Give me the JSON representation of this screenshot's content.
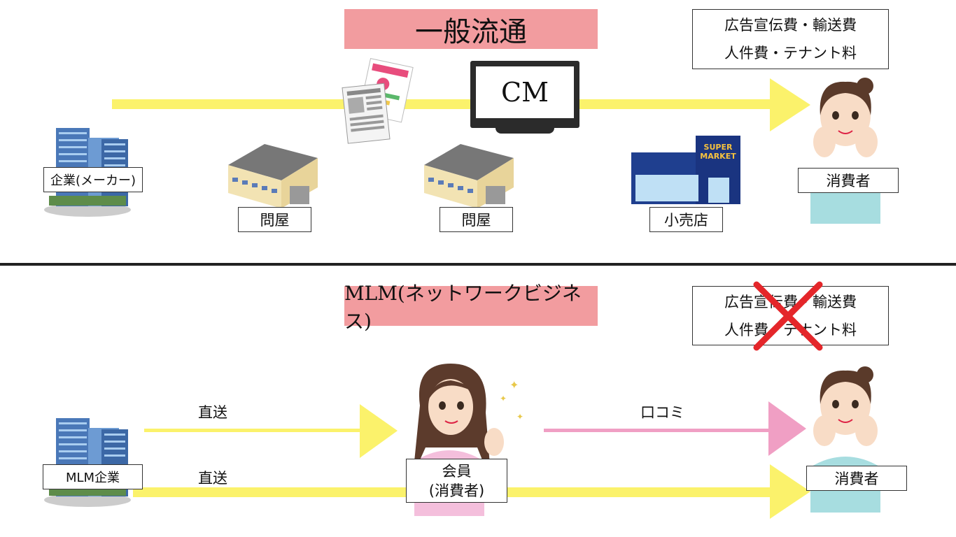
{
  "top": {
    "title": "一般流通",
    "cost_line1": "広告宣伝費・輸送費",
    "cost_line2": "人件費・テナント料",
    "cm_label": "CM",
    "company_label": "企業(メーカー)",
    "wholesaler1_label": "問屋",
    "wholesaler2_label": "問屋",
    "retailer_label": "小売店",
    "consumer_label": "消費者",
    "store_sign": "SUPER MARKET"
  },
  "bottom": {
    "title": "MLM(ネットワークビジネス)",
    "cost_line1": "広告宣伝費・輸送費",
    "cost_line2": "人件費・テナント料",
    "company_label": "MLM企業",
    "direct_label_1": "直送",
    "direct_label_2": "直送",
    "word_of_mouth_label": "口コミ",
    "member_line1": "会員",
    "member_line2": "(消費者)",
    "consumer_label": "消費者"
  },
  "colors": {
    "title_bg": "#f29c9f",
    "yellow_arrow": "#fbf26b",
    "pink_arrow": "#f09fc4",
    "cross": "#e4262a"
  }
}
